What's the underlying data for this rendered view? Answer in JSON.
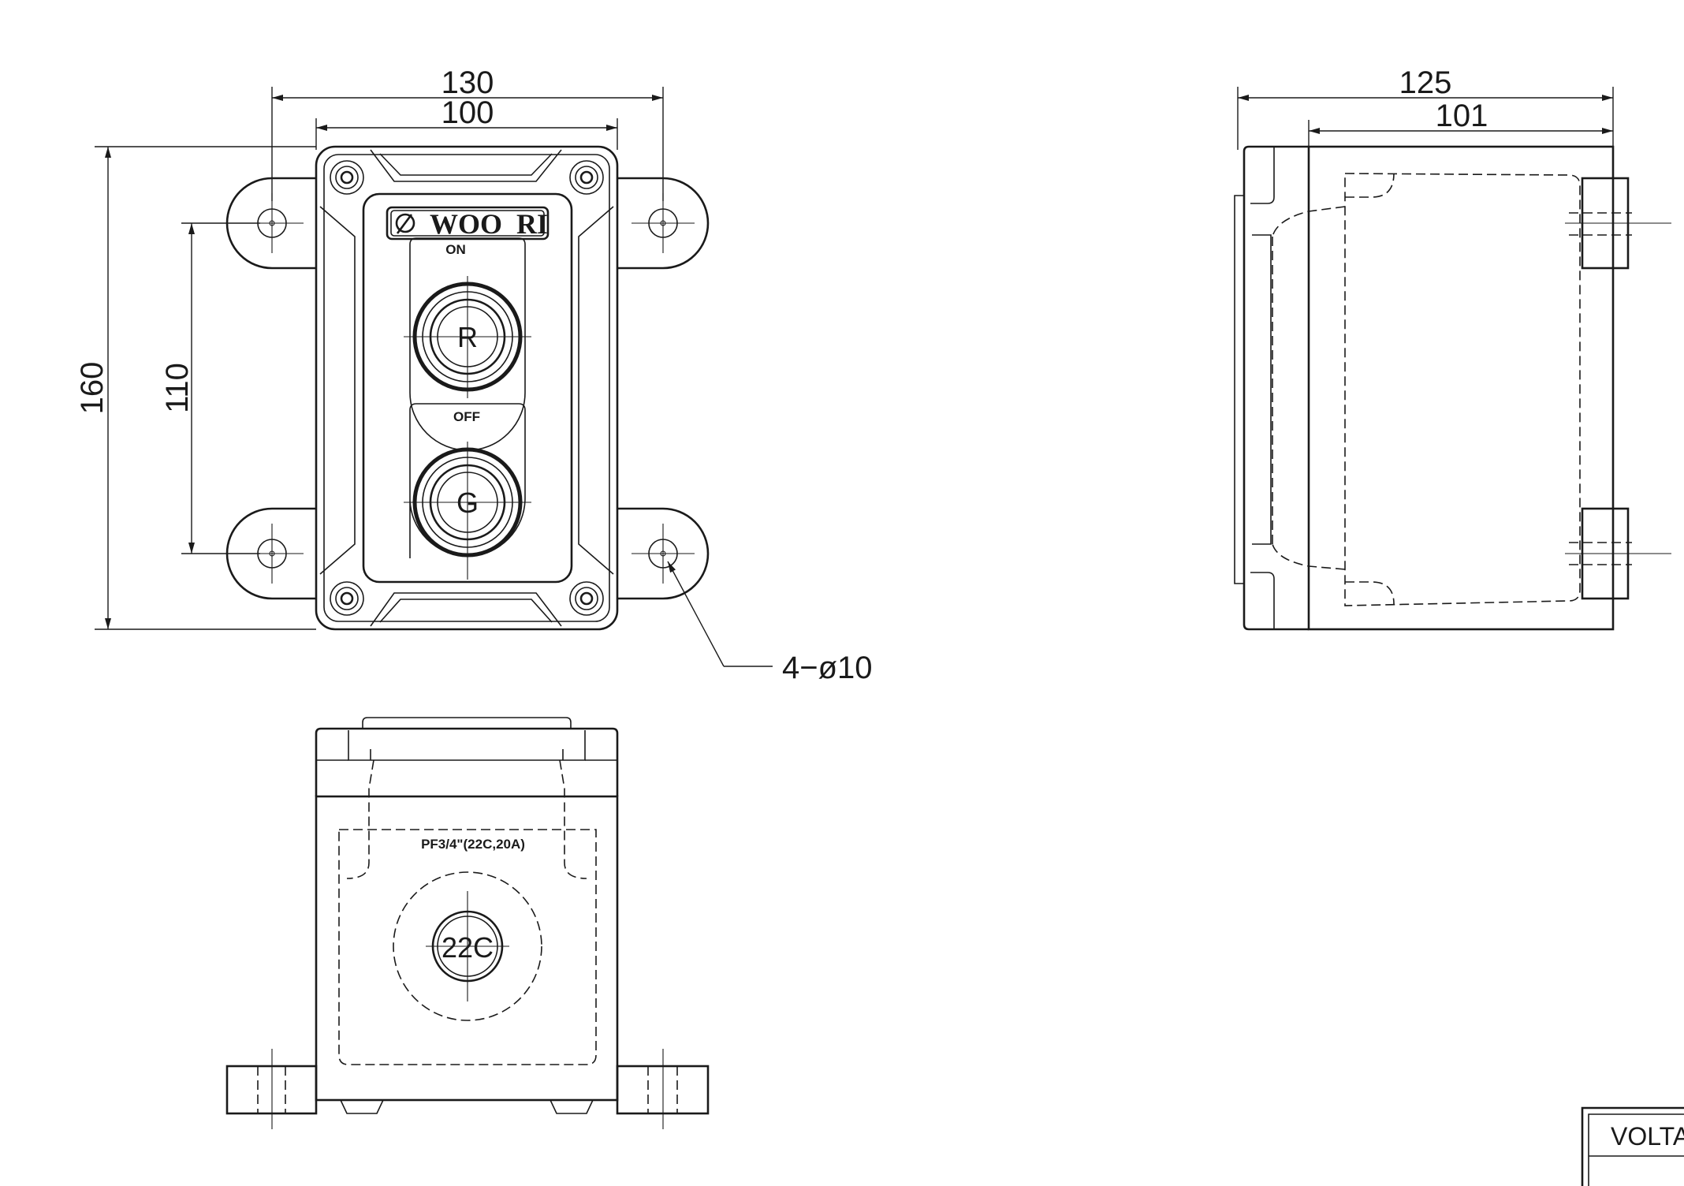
{
  "front_view": {
    "dim_overall_width": "130",
    "dim_body_width": "100",
    "dim_overall_height": "160",
    "dim_hole_pitch": "110",
    "hole_callout": "4−ø10",
    "logo_text": "WOO  RI",
    "button_on_label": "ON",
    "button_off_label": "OFF",
    "button_on_letter": "R",
    "button_off_letter": "G"
  },
  "side_view": {
    "dim_overall_depth": "125",
    "dim_body_depth": "101"
  },
  "bottom_view": {
    "conduit_label": "PF3/4\"(22C,20A)",
    "gland_label": "22C"
  },
  "title_block": {
    "voltage_label": "VOLTA"
  },
  "colors": {
    "line": "#1a1a1a",
    "background": "#ffffff"
  }
}
